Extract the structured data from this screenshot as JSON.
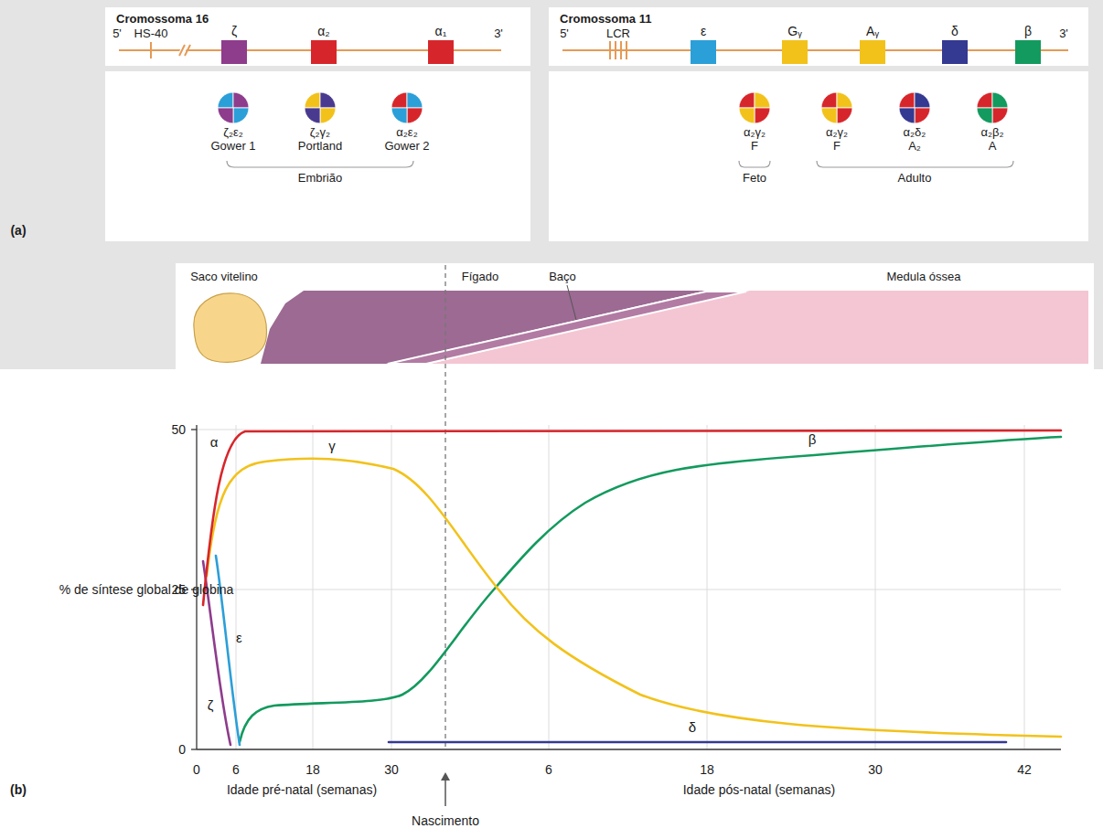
{
  "diagram": {
    "nodes": [
      {
        "text": [
          "Cromossoma 16"
        ]
      },
      {
        "text": [
          "ζ"
        ],
        "in": 0
      },
      {
        "text": [
          "α₂"
        ],
        "in": 0
      },
      {
        "text": [
          "α₁"
        ],
        "in": 0
      },
      {
        "text": [
          "Cromossoma 11"
        ]
      },
      {
        "text": [
          "ε"
        ],
        "in": 4
      },
      {
        "text": [
          "Gᵧ"
        ],
        "in": 4
      },
      {
        "text": [
          "Aᵧ"
        ],
        "in": 4
      },
      {
        "text": [
          "δ"
        ],
        "in": 4
      },
      {
        "text": [
          "β"
        ],
        "in": 4
      },
      {
        "text": [
          "Embrião"
        ]
      },
      {
        "text": [
          "ζ₂ε₂",
          "Gower 1"
        ],
        "in": 10
      },
      {
        "text": [
          "ζ₂γ₂",
          "Portland"
        ],
        "in": 10
      },
      {
        "text": [
          "α₂ε₂",
          "Gower 2"
        ],
        "in": 10
      },
      {
        "text": [
          "Feto",
          "Adulto"
        ]
      },
      {
        "text": [
          "α₂γ₂",
          "F"
        ],
        "in": 14
      },
      {
        "text": [
          "α₂γ₂",
          "F"
        ],
        "in": 14
      },
      {
        "text": [
          "α₂δ₂",
          "A₂"
        ],
        "in": 14
      },
      {
        "text": [
          "α₂β₂",
          "A"
        ],
        "in": 14
      },
      {
        "text": [
          "Saco vitelino"
        ]
      },
      {
        "text": [
          "Fígado"
        ]
      },
      {
        "text": [
          "Medula óssea"
        ]
      }
    ],
    "labels": [
      "5'",
      "HS-40",
      "3'",
      "5'",
      "LCR",
      "3'",
      "(a)",
      "Baço",
      "50",
      "25",
      "0",
      "% de síntese global de globina",
      "α",
      "γ",
      "β",
      "ε",
      "ζ",
      "δ",
      "0",
      "6",
      "18",
      "30",
      "6",
      "18",
      "30",
      "42",
      "Idade pré-natal (semanas)",
      "Nascimento",
      "Idade pós-natal (semanas)",
      "(b)"
    ]
  }
}
